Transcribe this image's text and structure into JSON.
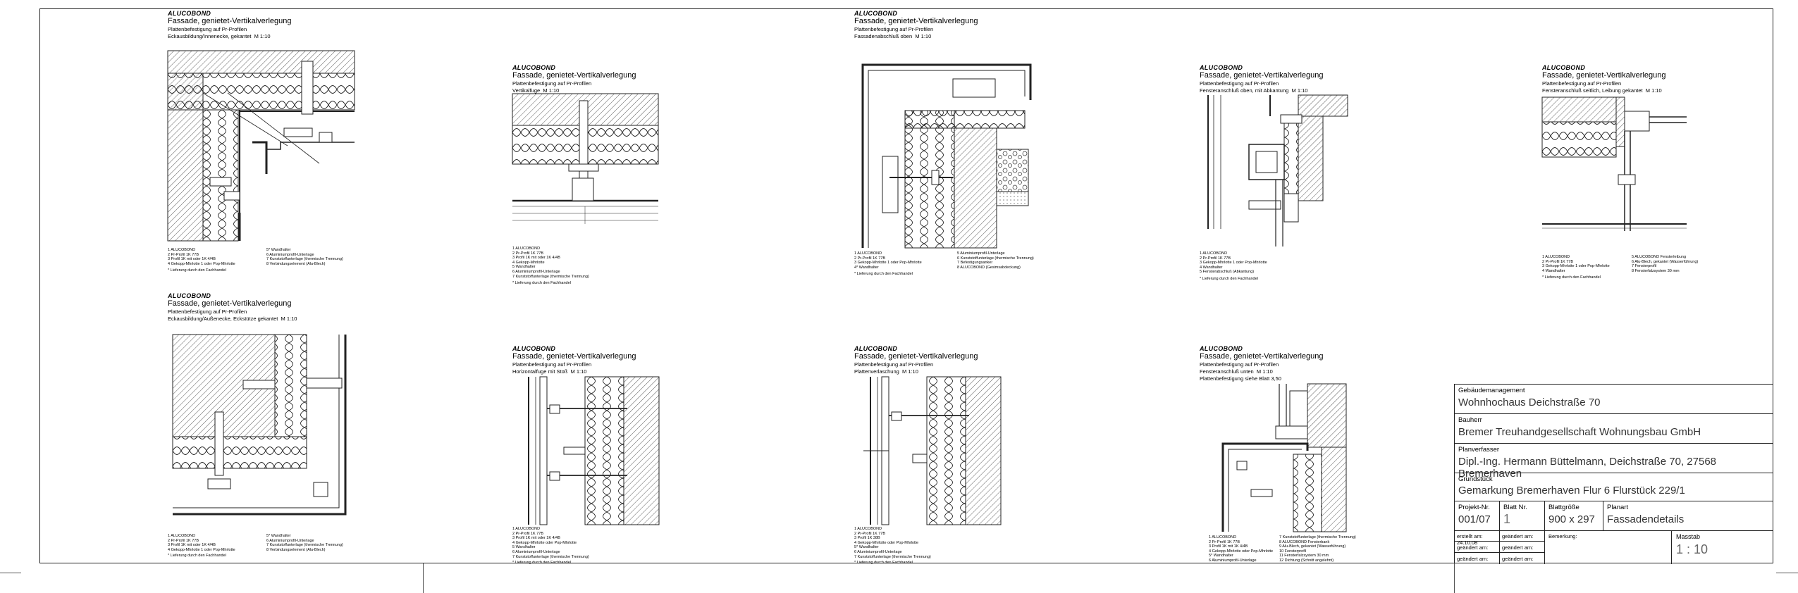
{
  "details": [
    {
      "id": "d1",
      "brand": "ALUCOBOND",
      "title": "Fassade, genietet-Vertikalverlegung",
      "sub": "Plattenbefestigung auf Pr-Profilen",
      "caption": "Eckausbildung/Innenecke, gekantet",
      "scale": "M 1:10",
      "legend_left": [
        "1  ALUCOBOND",
        "2  Pr-Profil 1K  77B",
        "3  Profil 1K mit oder 1K 4/4B",
        "4  Gekopp-Mhrlotte 1 oder Pop-Mhrlotte"
      ],
      "legend_right": [
        "5* Wandhalter",
        "6  Aluminiumprofil-Unterlage",
        "7  Kunststoffunterlage (thermische Trennung)",
        "8  Verbindungselement (Alu-Blech)"
      ],
      "note": "* Lieferung durch den Fachhandel"
    },
    {
      "id": "d2",
      "brand": "ALUCOBOND",
      "title": "Fassade, genietet-Vertikalverlegung",
      "sub": "Plattenbefestigung auf Pr-Profilen",
      "caption": "Vertikalfuge",
      "scale": "M 1:10",
      "legend_left": [
        "1  ALUCOBOND",
        "2  Pr-Profil 1K  77B",
        "3  Profil 1K mit oder 1K 4/4B",
        "4  Gekopp-Mhrlotte",
        "5  Wandhalter",
        "6  Aluminiumprofil-Unterlage",
        "7  Kunststoffunterlage (thermische Trennung)"
      ],
      "legend_right": [],
      "note": "* Lieferung durch den Fachhandel"
    },
    {
      "id": "d3",
      "brand": "ALUCOBOND",
      "title": "Fassade, genietet-Vertikalverlegung",
      "sub": "Plattenbefestigung auf Pr-Profilen",
      "caption": "Fassadenabschluß oben",
      "scale": "M 1:10",
      "legend_left": [
        "1  ALUCOBOND",
        "2  Pr-Profil 1K  77B",
        "3  Gekopp-Mhrlotte 1 oder Pop-Mhrlotte",
        "4* Wandhalter"
      ],
      "legend_right": [
        "5  Aluminiumprofil-Unterlage",
        "6  Kunststoffunterlage (thermische Trennung)",
        "7  Befestigungsanker",
        "8  ALUCOBOND (Gesimsabdeckung)"
      ],
      "note": "* Lieferung durch den Fachhandel"
    },
    {
      "id": "d4",
      "brand": "ALUCOBOND",
      "title": "Fassade, genietet-Vertikalverlegung",
      "sub": "Plattenbefestigung auf Pr-Profilen",
      "caption": "Fensteranschluß oben, mit Abkantung",
      "scale": "M 1:10",
      "legend_left": [
        "1  ALUCOBOND",
        "2  Pr-Profil 1K  77B",
        "3  Gekopp-Mhrlotte 1 oder Pop-Mhrlotte",
        "4  Wandhalter",
        "5  Fensterabschluß (Abkantung)"
      ],
      "legend_right": [],
      "note": "* Lieferung durch den Fachhandel"
    },
    {
      "id": "d5",
      "brand": "ALUCOBOND",
      "title": "Fassade, genietet-Vertikalverlegung",
      "sub": "Plattenbefestigung auf Pr-Profilen",
      "caption": "Fensteranschluß seitlich, Leibung gekantet",
      "scale": "M 1:10",
      "legend_left": [
        "1  ALUCOBOND",
        "2  Pr-Profil 1K  77B",
        "3  Gekopp-Mhrlotte 1 oder Pop-Mhrlotte",
        "4  Wandhalter"
      ],
      "legend_right": [
        "5  ALUCOBOND Fensterleibung",
        "6  Alu-Blech, gekantet (Wasserführung)",
        "7  Fensterprofil",
        "8  Fensterfalzsystem 30 mm"
      ],
      "note": "* Lieferung durch den Fachhandel"
    },
    {
      "id": "d6",
      "brand": "ALUCOBOND",
      "title": "Fassade, genietet-Vertikalverlegung",
      "sub": "Plattenbefestigung auf Pr-Profilen",
      "caption": "Eckausbildung/Außenecke, Eckstütze gekantet",
      "scale": "M 1:10",
      "legend_left": [
        "1  ALUCOBOND",
        "2  Pr-Profil 1K  77B",
        "3  Profil 1K mit oder 1K 4/4B",
        "4  Gekopp-Mhrlotte 1 oder Pop-Mhrlotte"
      ],
      "legend_right": [
        "5* Wandhalter",
        "6  Aluminiumprofil-Unterlage",
        "7  Kunststoffunterlage (thermische Trennung)",
        "8  Verbindungselement (Alu-Blech)"
      ],
      "note": "* Lieferung durch den Fachhandel"
    },
    {
      "id": "d7",
      "brand": "ALUCOBOND",
      "title": "Fassade, genietet-Vertikalverlegung",
      "sub": "Plattenbefestigung auf Pr-Profilen",
      "caption": "Horizontalfuge mit Stoß",
      "scale": "M 1:10",
      "legend_left": [
        "1  ALUCOBOND",
        "2  Pr-Profil 1K  77B",
        "3  Profil 1K mit oder 1K 4/4B",
        "4  Gekopp-Mhrlotte oder Pop-Mhrlotte",
        "5  Wandhalter",
        "6  Aluminiumprofil-Unterlage",
        "7  Kunststoffunterlage (thermische Trennung)"
      ],
      "legend_right": [],
      "note": "* Lieferung durch den Fachhandel"
    },
    {
      "id": "d8",
      "brand": "ALUCOBOND",
      "title": "Fassade, genietet-Vertikalverlegung",
      "sub": "Plattenbefestigung auf Pr-Profilen",
      "caption": "Plattenverlaschung",
      "scale": "M 1:10",
      "legend_left": [
        "1  ALUCOBOND",
        "2  Pr-Profil 1K  77B",
        "3  Profil 1K  38B",
        "4  Gekopp-Mhrlotte oder Pop-Mhrlotte",
        "5* Wandhalter",
        "6  Aluminiumprofil-Unterlage",
        "7  Kunststoffunterlage (thermische Trennung)"
      ],
      "legend_right": [],
      "note": "* Lieferung durch den Fachhandel"
    },
    {
      "id": "d9",
      "brand": "ALUCOBOND",
      "title": "Fassade, genietet-Vertikalverlegung",
      "sub": "Plattenbefestigung auf Pr-Profilen",
      "caption": "Fensteranschluß unten",
      "scale": "M 1:10",
      "caption2": "Plattenbefestigung siehe Blatt 3,50",
      "legend_left": [
        "1  ALUCOBOND",
        "2  Pr-Profil 1K  77B",
        "3  Profil 1K mit 1K 4/4B",
        "4  Gekopp-Mhrlotte oder Pop-Mhrlotte",
        "5* Wandhalter",
        "6  Aluminiumprofil-Unterlage"
      ],
      "legend_right": [
        "7  Kunststoffunterlage (thermische Trennung)",
        "8  ALUCOBOND Fensterbank",
        "9  Alu-Blech, gekantet (Wasserführung)",
        "10 Fensterprofil",
        "11 Fensterfalzsystem 30 mm",
        "12 Dichtung (Schnitt angelehnt)"
      ],
      "note": ""
    }
  ],
  "titleblock": {
    "management_label": "Gebäudemanagement",
    "management_value": "Wohnhochaus Deichstraße 70",
    "client_label": "Bauherr",
    "client_value": "Bremer Treuhandgesellschaft Wohnungsbau GmbH",
    "author_label": "Planverfasser",
    "author_value": "Dipl.-Ing. Hermann Büttelmann, Deichstraße 70, 27568 Bremerhaven",
    "plot_label": "Grundstück",
    "plot_value": "Gemarkung Bremerhaven Flur 6 Flurstück 229/1",
    "project_no_label": "Projekt-Nr.",
    "project_no_value": "001/07",
    "sheet_no_label": "Blatt Nr.",
    "sheet_no_value": "1",
    "sheet_size_label": "Blattgröße",
    "sheet_size_value": "900 x 297",
    "plan_type_label": "Planart",
    "plan_type_value": "Fassadendetails",
    "created_label": "erstellt am: 24.10.08",
    "changed_label": "geändert am:",
    "remark_label": "Bemerkung:",
    "scale_label": "Masstab",
    "scale_value": "1 : 10"
  }
}
